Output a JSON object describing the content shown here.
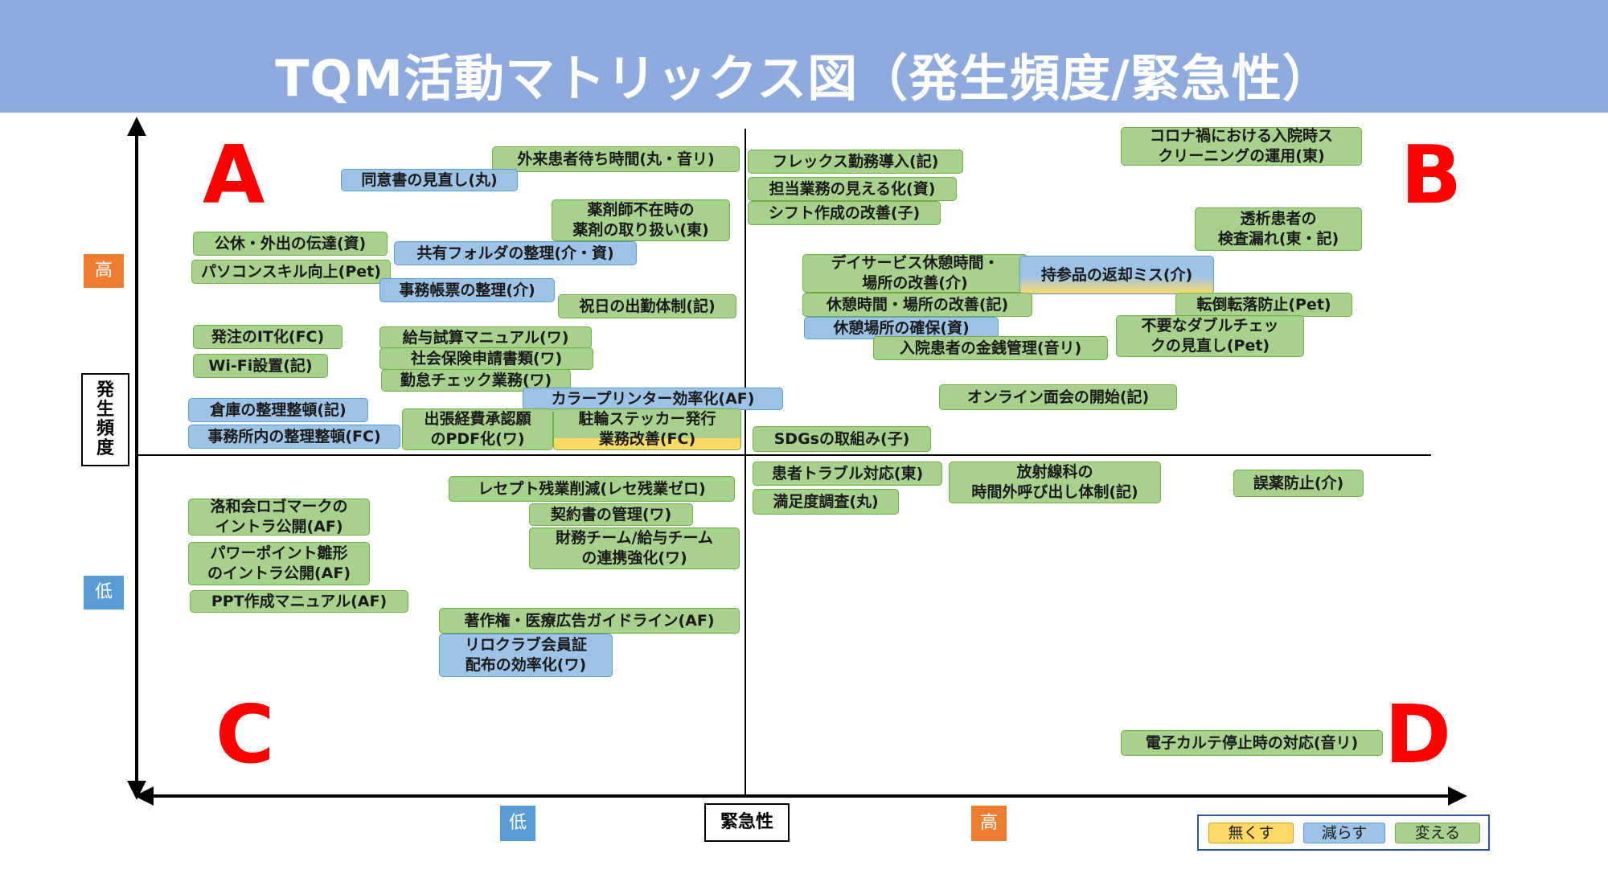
{
  "title": "TQM活動マトリックス図（発生頻度/緊急性）",
  "quadrants": {
    "a": "A",
    "b": "B",
    "c": "C",
    "d": "D"
  },
  "y_axis": {
    "label": "発生頻度",
    "high": "高",
    "low": "低"
  },
  "x_axis": {
    "label": "緊急性",
    "low": "低",
    "high": "高"
  },
  "legend": {
    "eliminate": "無くす",
    "reduce": "減らす",
    "change": "変える"
  },
  "colors": {
    "header": "#8faadc",
    "eliminate": "#ffd966",
    "reduce": "#9dc3e6",
    "change": "#a9d18e",
    "quadrant_letter": "#ff0000",
    "high_badge": "#ed7d31",
    "low_badge": "#5b9bd5"
  },
  "items": [
    {
      "text": "外来患者待ち時間(丸・音リ)",
      "category": "change"
    },
    {
      "text": "同意書の見直し(丸)",
      "category": "reduce"
    },
    {
      "text": "薬剤師不在時の\n薬剤の取り扱い(東)",
      "category": "change"
    },
    {
      "text": "公休・外出の伝達(資)",
      "category": "change"
    },
    {
      "text": "共有フォルダの整理(介・資)",
      "category": "reduce"
    },
    {
      "text": "パソコンスキル向上(Pet)",
      "category": "change"
    },
    {
      "text": "事務帳票の整理(介)",
      "category": "reduce"
    },
    {
      "text": "祝日の出勤体制(記)",
      "category": "change"
    },
    {
      "text": "発注のIT化(FC)",
      "category": "change"
    },
    {
      "text": "給与試算マニュアル(ワ)",
      "category": "change"
    },
    {
      "text": "Wi-Fi設置(記)",
      "category": "change"
    },
    {
      "text": "社会保険申請書類(ワ)",
      "category": "change"
    },
    {
      "text": "勤怠チェック業務(ワ)",
      "category": "change"
    },
    {
      "text": "カラープリンター効率化(AF)",
      "category": "reduce"
    },
    {
      "text": "倉庫の整理整頓(記)",
      "category": "reduce"
    },
    {
      "text": "出張経費承認願\nのPDF化(ワ)",
      "category": "change"
    },
    {
      "text": "駐輪ステッカー発行\n業務改善(FC)",
      "category": "change-eliminate"
    },
    {
      "text": "事務所内の整理整頓(FC)",
      "category": "reduce"
    },
    {
      "text": "フレックス勤務導入(記)",
      "category": "change"
    },
    {
      "text": "担当業務の見える化(資)",
      "category": "change"
    },
    {
      "text": "シフト作成の改善(子)",
      "category": "change"
    },
    {
      "text": "コロナ禍における入院時ス\nクリーニングの運用(東)",
      "category": "change"
    },
    {
      "text": "透析患者の\n検査漏れ(東・記)",
      "category": "change"
    },
    {
      "text": "デイサービス休憩時間・\n場所の改善(介)",
      "category": "change"
    },
    {
      "text": "持参品の返却ミス(介)",
      "category": "reduce-eliminate"
    },
    {
      "text": "休憩時間・場所の改善(記)",
      "category": "change"
    },
    {
      "text": "転倒転落防止(Pet)",
      "category": "change"
    },
    {
      "text": "休憩場所の確保(資)",
      "category": "reduce"
    },
    {
      "text": "入院患者の金銭管理(音リ)",
      "category": "change"
    },
    {
      "text": "不要なダブルチェッ\nクの見直し(Pet)",
      "category": "change"
    },
    {
      "text": "オンライン面会の開始(記)",
      "category": "change"
    },
    {
      "text": "SDGsの取組み(子)",
      "category": "change"
    },
    {
      "text": "レセプト残業削減(レセ残業ゼロ)",
      "category": "change"
    },
    {
      "text": "洛和会ロゴマークの\nイントラ公開(AF)",
      "category": "change"
    },
    {
      "text": "契約書の管理(ワ)",
      "category": "change"
    },
    {
      "text": "財務チーム/給与チーム\nの連携強化(ワ)",
      "category": "change"
    },
    {
      "text": "パワーポイント雛形\nのイントラ公開(AF)",
      "category": "change"
    },
    {
      "text": "PPT作成マニュアル(AF)",
      "category": "change"
    },
    {
      "text": "著作権・医療広告ガイドライン(AF)",
      "category": "change"
    },
    {
      "text": "リロクラブ会員証\n配布の効率化(ワ)",
      "category": "reduce"
    },
    {
      "text": "患者トラブル対応(東)",
      "category": "change"
    },
    {
      "text": "放射線科の\n時間外呼び出し体制(記)",
      "category": "change"
    },
    {
      "text": "誤薬防止(介)",
      "category": "change"
    },
    {
      "text": "満足度調査(丸)",
      "category": "change"
    },
    {
      "text": "電子カルテ停止時の対応(音リ)",
      "category": "change"
    }
  ]
}
